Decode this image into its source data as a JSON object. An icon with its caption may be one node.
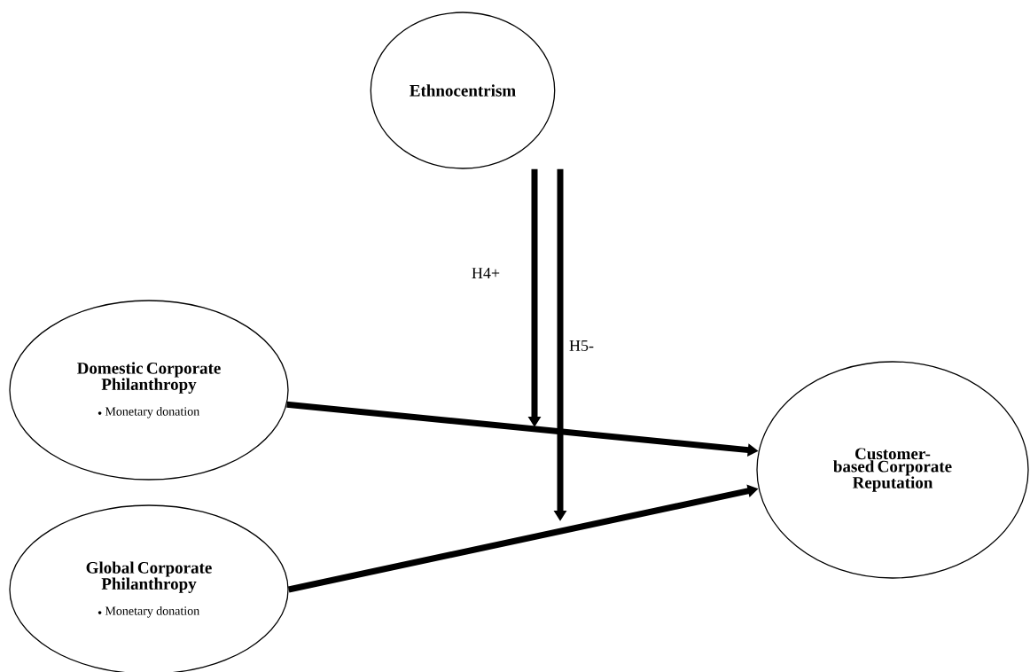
{
  "diagram": {
    "nodes": [
      {
        "text": [
          "Ethnocentrism"
        ]
      },
      {
        "text": [
          "Domestic Corporate Philanthropy",
          "Monetary donation"
        ]
      },
      {
        "text": [
          "Global Corporate Philanthropy",
          "Monetary donation"
        ]
      },
      {
        "text": [
          "Customer-based Corporate Reputation"
        ]
      }
    ],
    "edges": [
      {
        "from": 0,
        "to": null,
        "arrow": "to",
        "label": "H4+"
      },
      {
        "from": 0,
        "to": null,
        "arrow": "to",
        "label": "H5-"
      },
      {
        "from": 1,
        "to": 3,
        "arrow": "to"
      },
      {
        "from": 2,
        "to": 3,
        "arrow": "to"
      }
    ]
  }
}
